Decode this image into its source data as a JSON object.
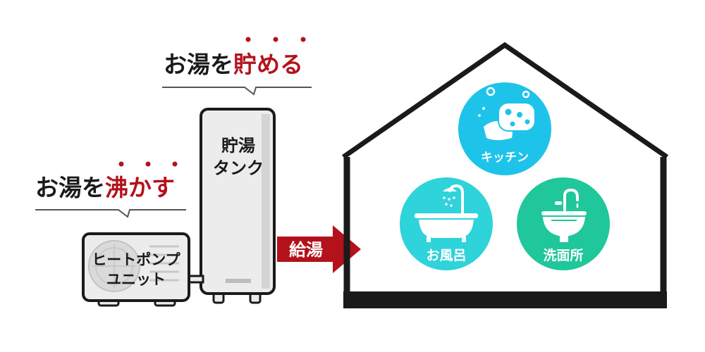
{
  "heading_store": {
    "prefix": "お湯を",
    "emphasis": "貯める"
  },
  "heading_boil": {
    "prefix": "お湯を",
    "emphasis": "沸かす"
  },
  "tank": {
    "line1": "貯湯",
    "line2": "タンク"
  },
  "heat_pump": {
    "line1": "ヒートポンプ",
    "line2": "ユニット"
  },
  "supply_arrow": {
    "label": "給湯"
  },
  "uses": {
    "kitchen": {
      "label": "キッチン",
      "color": "#1ec3ea"
    },
    "bath": {
      "label": "お風呂",
      "color": "#2fd3da"
    },
    "washroom": {
      "label": "洗面所",
      "color": "#1fc79b"
    }
  },
  "colors": {
    "accent_red": "#b3121b",
    "outline": "#1a1a1a",
    "appliance_fill": "#ececec"
  }
}
